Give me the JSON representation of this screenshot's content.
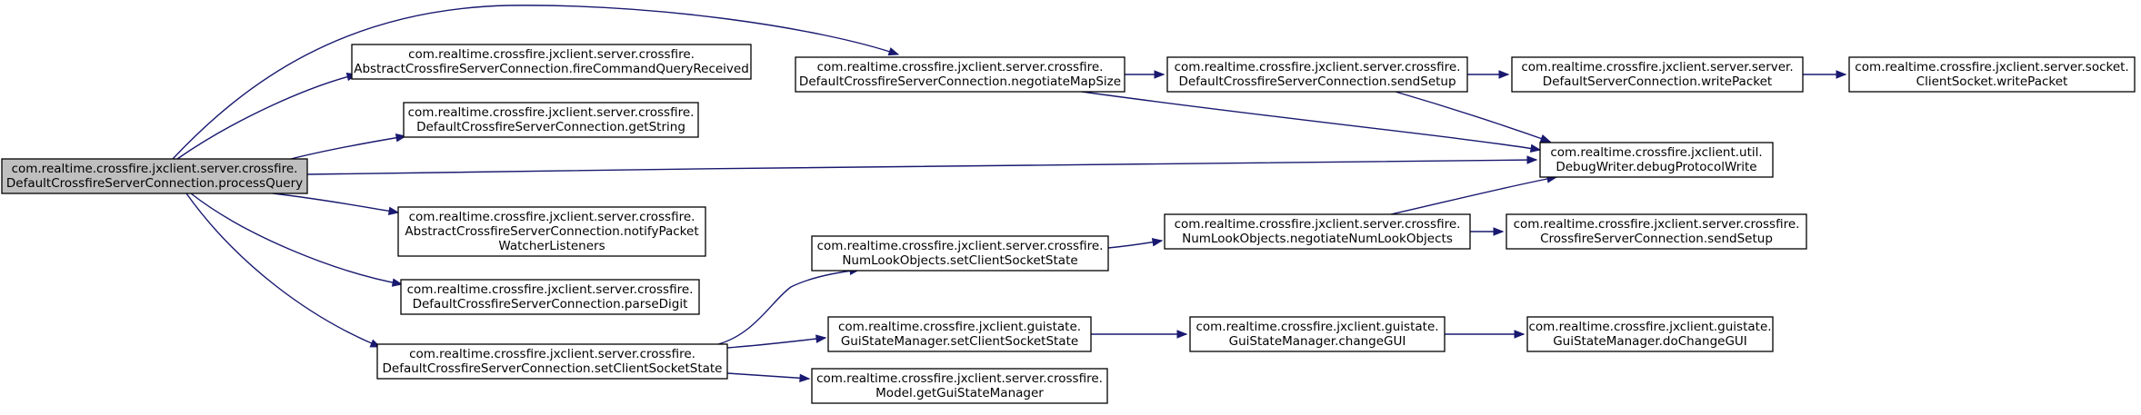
{
  "colors": {
    "edge": "#191970",
    "root_fill": "#bfbfbf",
    "node_fill": "#ffffff",
    "border": "#000000"
  },
  "nodes": [
    {
      "id": "processQuery",
      "lines": [
        "com.realtime.crossfire.jxclient.server.crossfire.",
        "DefaultCrossfireServerConnection.processQuery"
      ],
      "root": true
    },
    {
      "id": "fireCommandQueryReceived",
      "lines": [
        "com.realtime.crossfire.jxclient.server.crossfire.",
        "AbstractCrossfireServerConnection.fireCommandQueryReceived"
      ]
    },
    {
      "id": "getString",
      "lines": [
        "com.realtime.crossfire.jxclient.server.crossfire.",
        "DefaultCrossfireServerConnection.getString"
      ]
    },
    {
      "id": "notifyPacketWatcherListeners",
      "lines": [
        "com.realtime.crossfire.jxclient.server.crossfire.",
        "AbstractCrossfireServerConnection.notifyPacket",
        "WatcherListeners"
      ]
    },
    {
      "id": "parseDigit",
      "lines": [
        "com.realtime.crossfire.jxclient.server.crossfire.",
        "DefaultCrossfireServerConnection.parseDigit"
      ]
    },
    {
      "id": "setClientSocketState",
      "lines": [
        "com.realtime.crossfire.jxclient.server.crossfire.",
        "DefaultCrossfireServerConnection.setClientSocketState"
      ]
    },
    {
      "id": "negotiateMapSize",
      "lines": [
        "com.realtime.crossfire.jxclient.server.crossfire.",
        "DefaultCrossfireServerConnection.negotiateMapSize"
      ]
    },
    {
      "id": "sendSetup",
      "lines": [
        "com.realtime.crossfire.jxclient.server.crossfire.",
        "DefaultCrossfireServerConnection.sendSetup"
      ]
    },
    {
      "id": "writePacket",
      "lines": [
        "com.realtime.crossfire.jxclient.server.server.",
        "DefaultServerConnection.writePacket"
      ]
    },
    {
      "id": "socketWritePacket",
      "lines": [
        "com.realtime.crossfire.jxclient.server.socket.",
        "ClientSocket.writePacket"
      ]
    },
    {
      "id": "debugProtocolWrite",
      "lines": [
        "com.realtime.crossfire.jxclient.util.",
        "DebugWriter.debugProtocolWrite"
      ]
    },
    {
      "id": "numLookSetClientSocketState",
      "lines": [
        "com.realtime.crossfire.jxclient.server.crossfire.",
        "NumLookObjects.setClientSocketState"
      ]
    },
    {
      "id": "negotiateNumLookObjects",
      "lines": [
        "com.realtime.crossfire.jxclient.server.crossfire.",
        "NumLookObjects.negotiateNumLookObjects"
      ]
    },
    {
      "id": "crossfireSendSetup",
      "lines": [
        "com.realtime.crossfire.jxclient.server.crossfire.",
        "CrossfireServerConnection.sendSetup"
      ]
    },
    {
      "id": "guiSetClientSocketState",
      "lines": [
        "com.realtime.crossfire.jxclient.guistate.",
        "GuiStateManager.setClientSocketState"
      ]
    },
    {
      "id": "changeGUI",
      "lines": [
        "com.realtime.crossfire.jxclient.guistate.",
        "GuiStateManager.changeGUI"
      ]
    },
    {
      "id": "doChangeGUI",
      "lines": [
        "com.realtime.crossfire.jxclient.guistate.",
        "GuiStateManager.doChangeGUI"
      ]
    },
    {
      "id": "getGuiStateManager",
      "lines": [
        "com.realtime.crossfire.jxclient.server.crossfire.",
        "Model.getGuiStateManager"
      ]
    }
  ],
  "edges": [
    {
      "from": "processQuery",
      "to": "negotiateMapSize"
    },
    {
      "from": "processQuery",
      "to": "fireCommandQueryReceived"
    },
    {
      "from": "processQuery",
      "to": "getString"
    },
    {
      "from": "processQuery",
      "to": "debugProtocolWrite"
    },
    {
      "from": "processQuery",
      "to": "notifyPacketWatcherListeners"
    },
    {
      "from": "processQuery",
      "to": "parseDigit"
    },
    {
      "from": "processQuery",
      "to": "setClientSocketState"
    },
    {
      "from": "negotiateMapSize",
      "to": "sendSetup"
    },
    {
      "from": "negotiateMapSize",
      "to": "debugProtocolWrite"
    },
    {
      "from": "sendSetup",
      "to": "writePacket"
    },
    {
      "from": "sendSetup",
      "to": "debugProtocolWrite"
    },
    {
      "from": "writePacket",
      "to": "socketWritePacket"
    },
    {
      "from": "setClientSocketState",
      "to": "numLookSetClientSocketState"
    },
    {
      "from": "setClientSocketState",
      "to": "guiSetClientSocketState"
    },
    {
      "from": "setClientSocketState",
      "to": "getGuiStateManager"
    },
    {
      "from": "numLookSetClientSocketState",
      "to": "negotiateNumLookObjects"
    },
    {
      "from": "negotiateNumLookObjects",
      "to": "debugProtocolWrite"
    },
    {
      "from": "negotiateNumLookObjects",
      "to": "crossfireSendSetup"
    },
    {
      "from": "guiSetClientSocketState",
      "to": "changeGUI"
    },
    {
      "from": "changeGUI",
      "to": "doChangeGUI"
    }
  ]
}
